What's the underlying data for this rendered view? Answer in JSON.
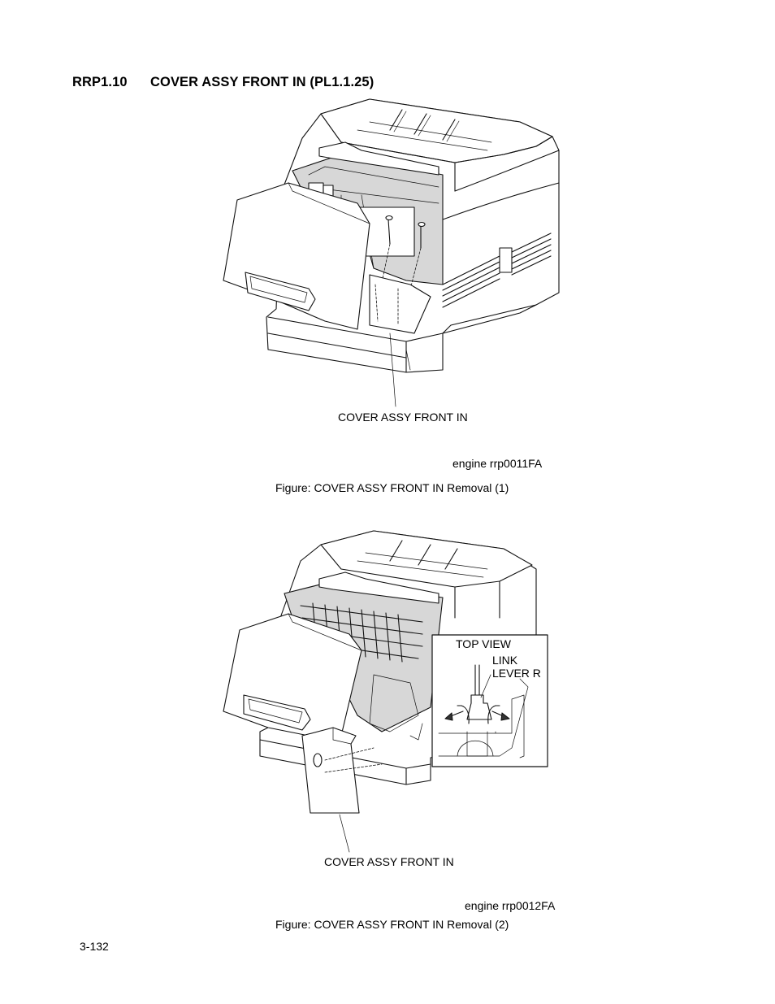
{
  "section": {
    "number": "RRP1.10",
    "title": "COVER ASSY FRONT IN (PL1.1.25)"
  },
  "figure1": {
    "callout": "COVER ASSY FRONT IN",
    "image_id": "engine rrp0011FA",
    "caption": "Figure: COVER ASSY FRONT IN Removal (1)"
  },
  "figure2": {
    "callout": "COVER ASSY FRONT IN",
    "inset_title": "TOP VIEW",
    "inset_label_link": "LINK",
    "inset_label_lever": "LEVER R",
    "image_id": "engine rrp0012FA",
    "caption": "Figure: COVER ASSY FRONT IN Removal (2)"
  },
  "page_number": "3-132"
}
